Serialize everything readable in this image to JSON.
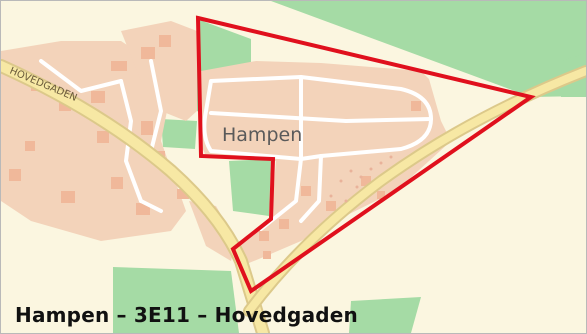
{
  "map": {
    "place_label": "Hampen",
    "street_label": "HOVEDGADEN",
    "caption": "Hampen – 3E11 – Hovedgaden",
    "colors": {
      "background": "#fbf6e0",
      "settlement": "#f3d3ba",
      "building": "#f0b89a",
      "forest": "#a5dba5",
      "road": "#f7e8a4",
      "road_casing": "#dcc98a",
      "local_road": "#ffffff",
      "boundary": "#e0101d"
    }
  }
}
